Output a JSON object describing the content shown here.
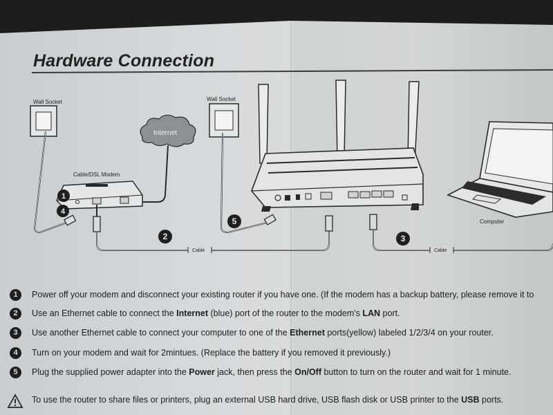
{
  "title": "Hardware Connection",
  "labels": {
    "wall_socket_left": "Wall Socket",
    "wall_socket_right": "Wall Socket",
    "internet": "Internet",
    "modem": "Cable/DSL Modem",
    "computer": "Computer",
    "cable_left": "Cable",
    "cable_right": "Cable"
  },
  "badges": [
    "1",
    "2",
    "3",
    "4",
    "5"
  ],
  "steps": [
    {
      "num": "1",
      "parts": [
        {
          "t": "Power off your modem and disconnect your existing router if you have one. (If the modem has a backup battery, please remove it to"
        }
      ]
    },
    {
      "num": "2",
      "parts": [
        {
          "t": "Use an Ethernet cable to connect the "
        },
        {
          "t": "Internet",
          "b": true
        },
        {
          "t": " (blue) port of the router to the modem's "
        },
        {
          "t": "LAN",
          "b": true
        },
        {
          "t": " port."
        }
      ]
    },
    {
      "num": "3",
      "parts": [
        {
          "t": "Use another Ethernet cable to connect your computer to one of the "
        },
        {
          "t": "Ethernet",
          "b": true
        },
        {
          "t": " ports(yellow) labeled 1/2/3/4 on your router."
        }
      ]
    },
    {
      "num": "4",
      "parts": [
        {
          "t": "Turn on your modem and wait for 2mintues. (Replace the battery if you removed it previously.)"
        }
      ]
    },
    {
      "num": "5",
      "parts": [
        {
          "t": "Plug the supplied power adapter into the "
        },
        {
          "t": "Power",
          "b": true
        },
        {
          "t": " jack, then press the "
        },
        {
          "t": "On/Off",
          "b": true
        },
        {
          "t": " button to turn on the router and wait for 1 minute."
        }
      ]
    }
  ],
  "note": {
    "parts": [
      {
        "t": "To use the router to share files or printers, plug an external USB hard drive, USB flash disk or USB printer to the "
      },
      {
        "t": "USB",
        "b": true
      },
      {
        "t": " ports."
      }
    ]
  },
  "colors": {
    "ink": "#1f1f1f",
    "paper": "#d6d9db",
    "background": "#1d1e1c"
  }
}
